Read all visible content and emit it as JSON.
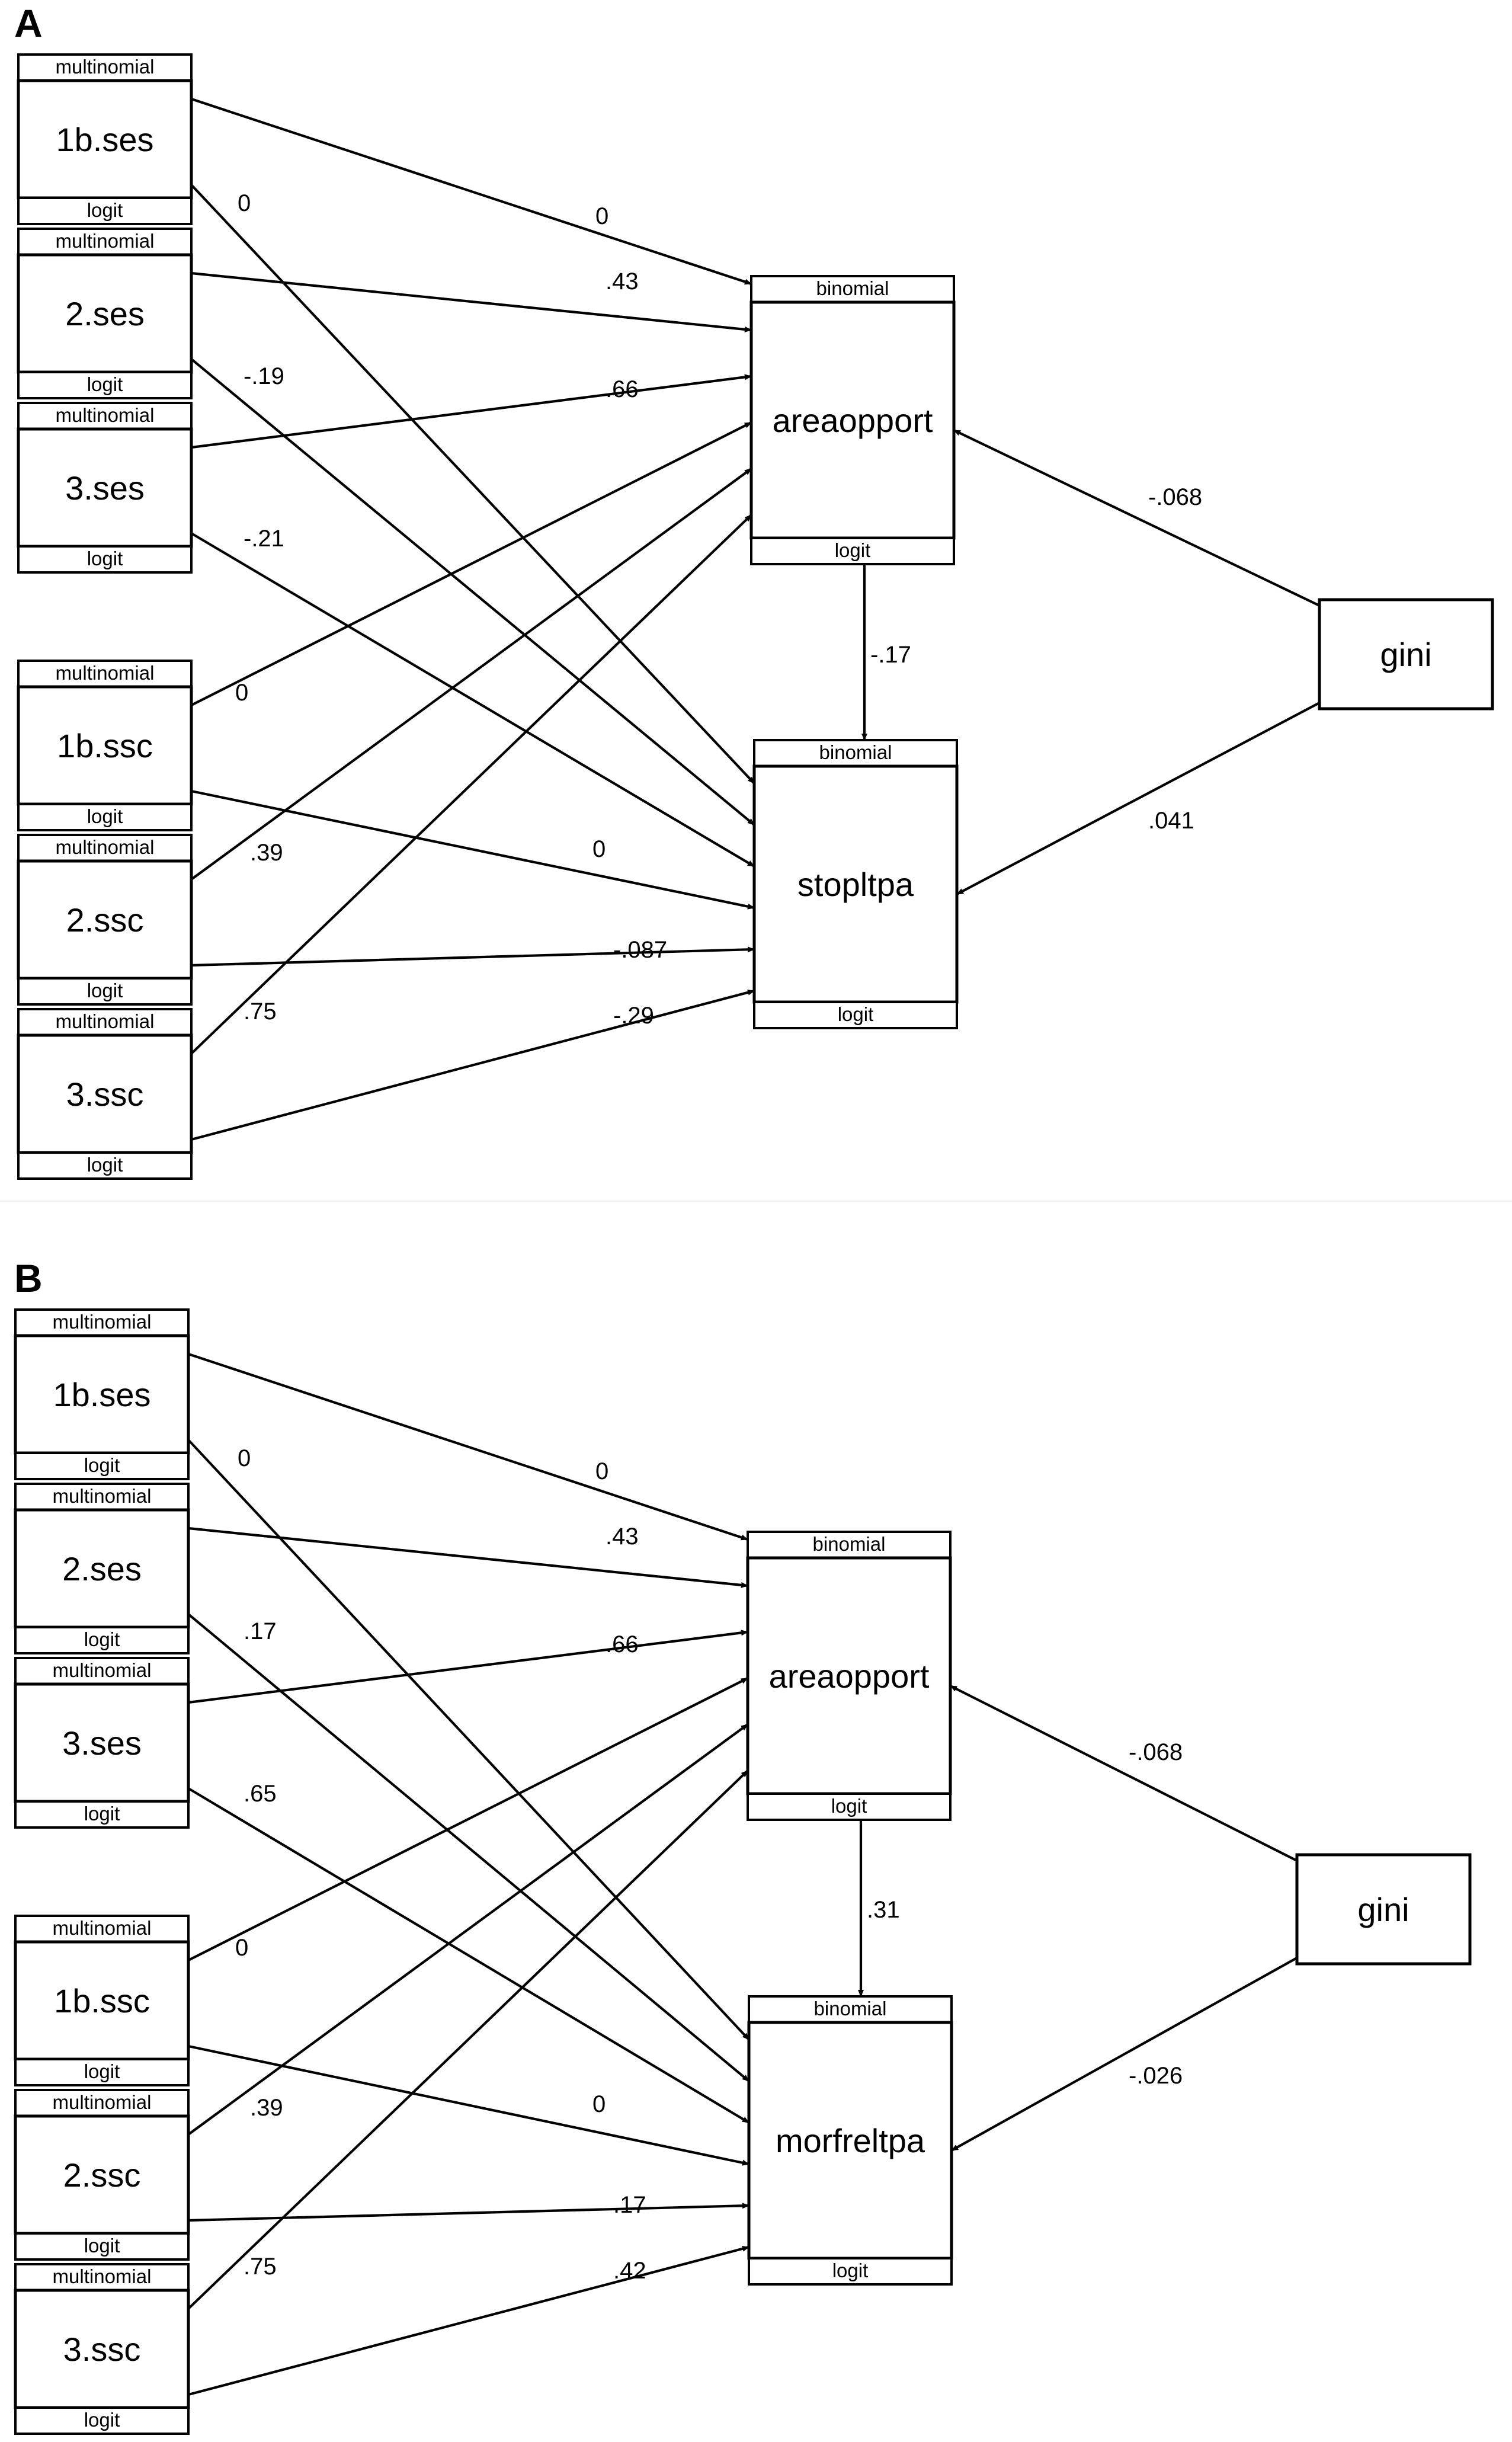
{
  "panels": [
    {
      "letter": "A",
      "sources": [
        {
          "name": "1b.ses",
          "top": "multinomial",
          "bottom": "logit"
        },
        {
          "name": "2.ses",
          "top": "multinomial",
          "bottom": "logit"
        },
        {
          "name": "3.ses",
          "top": "multinomial",
          "bottom": "logit"
        },
        {
          "name": "1b.ssc",
          "top": "multinomial",
          "bottom": "logit"
        },
        {
          "name": "2.ssc",
          "top": "multinomial",
          "bottom": "logit"
        },
        {
          "name": "3.ssc",
          "top": "multinomial",
          "bottom": "logit"
        }
      ],
      "mediator": {
        "name": "areaopport",
        "top": "binomial",
        "bottom": "logit"
      },
      "outcome": {
        "name": "stopltpa",
        "top": "binomial",
        "bottom": "logit"
      },
      "moderator": {
        "name": "gini"
      },
      "coefficients": {
        "to_mediator": [
          "0",
          ".43",
          ".66",
          "0",
          ".39",
          ".75"
        ],
        "to_outcome": [
          "0",
          "-.19",
          "-.21",
          "0",
          "-.087",
          "-.29"
        ],
        "mediator_to_outcome": "-.17",
        "gini_to_mediator": "-.068",
        "gini_to_outcome": ".041"
      }
    },
    {
      "letter": "B",
      "sources": [
        {
          "name": "1b.ses",
          "top": "multinomial",
          "bottom": "logit"
        },
        {
          "name": "2.ses",
          "top": "multinomial",
          "bottom": "logit"
        },
        {
          "name": "3.ses",
          "top": "multinomial",
          "bottom": "logit"
        },
        {
          "name": "1b.ssc",
          "top": "multinomial",
          "bottom": "logit"
        },
        {
          "name": "2.ssc",
          "top": "multinomial",
          "bottom": "logit"
        },
        {
          "name": "3.ssc",
          "top": "multinomial",
          "bottom": "logit"
        }
      ],
      "mediator": {
        "name": "areaopport",
        "top": "binomial",
        "bottom": "logit"
      },
      "outcome": {
        "name": "morfreltpa",
        "top": "binomial",
        "bottom": "logit"
      },
      "moderator": {
        "name": "gini"
      },
      "coefficients": {
        "to_mediator": [
          "0",
          ".43",
          ".66",
          "0",
          ".39",
          ".75"
        ],
        "to_outcome": [
          "0",
          ".17",
          ".65",
          "0",
          ".17",
          ".42"
        ],
        "mediator_to_outcome": ".31",
        "gini_to_mediator": "-.068",
        "gini_to_outcome": "-.026"
      }
    }
  ]
}
